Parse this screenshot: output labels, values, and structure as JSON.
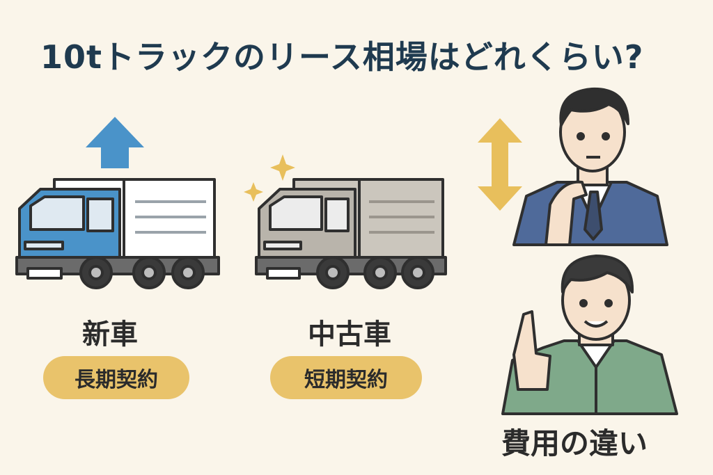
{
  "title": "10tトラックのリース相場はどれくらい?",
  "new_truck": {
    "label": "新車",
    "badge": "長期契約"
  },
  "used_truck": {
    "label": "中古車",
    "badge": "短期契約"
  },
  "comparison": {
    "label": "費用の違い"
  },
  "colors": {
    "background": "#faf5ea",
    "title": "#1f3a4f",
    "badge": "#e9c36b",
    "new_truck_cab": "#4a93c9",
    "used_truck_cab": "#b9b4ab",
    "arrow_up": "#4a93c9",
    "arrow_updown": "#e8bf5c"
  },
  "icons": [
    "arrow-up-icon",
    "sparkle-icon",
    "arrow-updown-icon",
    "thinking-businessman-icon",
    "pointing-worker-icon"
  ]
}
